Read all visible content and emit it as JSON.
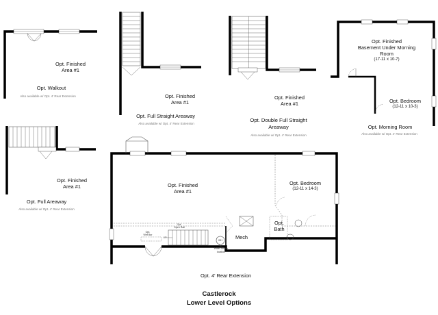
{
  "panels": {
    "walkout": {
      "room": [
        "Opt. Finished",
        "Area #1"
      ],
      "option": "Opt. Walkout",
      "note": "Also available w/ Opt. 4' Rear Extension"
    },
    "straight_areaway": {
      "room": [
        "Opt. Finished",
        "Area #1"
      ],
      "option": "Opt. Full Straight Areaway",
      "note": "Also available w/ Opt. 4' Rear Extension"
    },
    "double_straight_areaway": {
      "room": [
        "Opt. Finished",
        "Area #1"
      ],
      "option": [
        "Opt. Double Full Straight",
        "Areaway"
      ],
      "note": "Also available w/ Opt. 4' Rear Extension"
    },
    "morning_room": {
      "room": [
        "Opt. Finished",
        "Basement Under Morning",
        "Room",
        "(17-11 x 10-7)"
      ],
      "bedroom": [
        "Opt. Bedroom",
        "(12-11 x 10-3)"
      ],
      "option": "Opt. Morning Room",
      "note": "Also available w/ Opt. 4' Rear Extension"
    },
    "full_areaway": {
      "room": [
        "Opt. Finished",
        "Area #1"
      ],
      "option": "Opt. Full Areaway",
      "note": "Also available w/ Opt. 4' Rear Extension"
    }
  },
  "main_plan": {
    "room": [
      "Opt. Finished",
      "Area #1"
    ],
    "bedroom": [
      "Opt. Bedroom",
      "(12-11 x 14-3)"
    ],
    "bath": [
      "Opt.",
      "Bath"
    ],
    "mech": "Mech",
    "wh": "WH",
    "water_heater_note": [
      "Typ.",
      "Water heater",
      "location"
    ],
    "wet_bar": [
      "Opt.",
      "Wet Bar"
    ],
    "open_rail": [
      "Opt.",
      "Open Rail"
    ],
    "stair_up": "UP",
    "rear_extension": "Opt. 4' Rear Extension"
  },
  "title": [
    "Castlerock",
    "Lower Level Options"
  ]
}
